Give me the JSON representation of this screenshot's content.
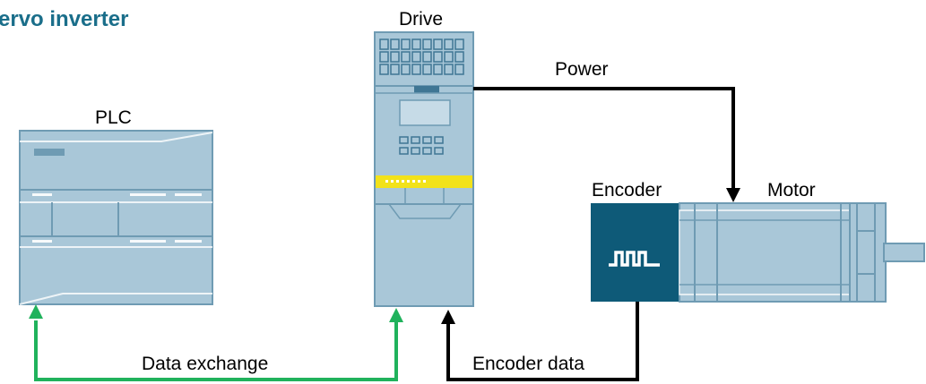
{
  "title": "ervo inverter",
  "labels": {
    "drive": "Drive",
    "plc": "PLC",
    "power": "Power",
    "encoder": "Encoder",
    "motor": "Motor",
    "data_exchange": "Data exchange",
    "encoder_data": "Encoder data"
  },
  "colors": {
    "title": "#1a6e8a",
    "device_body": "#a9c7d8",
    "device_edge": "#6f9bb3",
    "encoder_box": "#0e5a78",
    "drive_stripe": "#f2e21a",
    "data_exchange_line": "#20b25c",
    "power_line": "#000000"
  },
  "icons": {
    "encoder_pulse": "square-wave-icon"
  }
}
